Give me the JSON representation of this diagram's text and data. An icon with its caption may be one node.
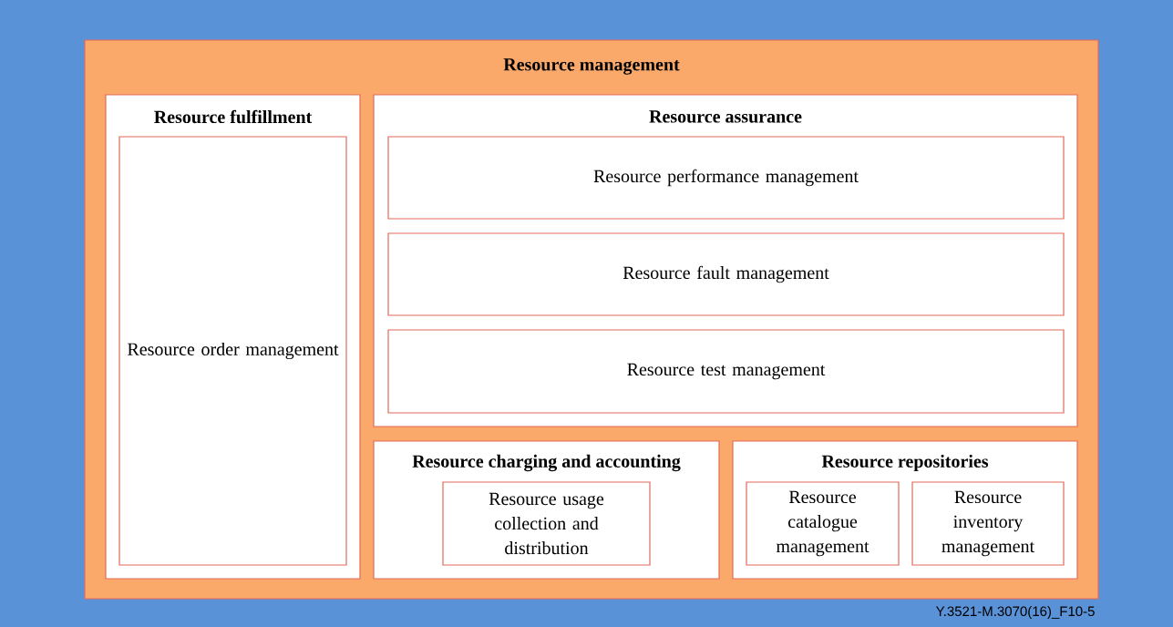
{
  "diagram": {
    "nodes": [
      {
        "text": [
          "Resource management"
        ]
      },
      {
        "text": [
          "Resource fulfillment"
        ],
        "in": 0
      },
      {
        "text": [
          "Resource order management"
        ],
        "in": 1
      },
      {
        "text": [
          "Resource assurance"
        ],
        "in": 0
      },
      {
        "text": [
          "Resource performance management"
        ],
        "in": 3
      },
      {
        "text": [
          "Resource fault management"
        ],
        "in": 3
      },
      {
        "text": [
          "Resource test management"
        ],
        "in": 3
      },
      {
        "text": [
          "Resource charging and accounting"
        ],
        "in": 0
      },
      {
        "text": [
          "Resource usage collection and distribution"
        ],
        "in": 7
      },
      {
        "text": [
          "Resource repositories"
        ],
        "in": 0
      },
      {
        "text": [
          "Resource catalogue management"
        ],
        "in": 9
      },
      {
        "text": [
          "Resource inventory management"
        ],
        "in": 9
      }
    ],
    "labels": [
      "Y.3521-M.3070(16)_F10-5"
    ]
  }
}
